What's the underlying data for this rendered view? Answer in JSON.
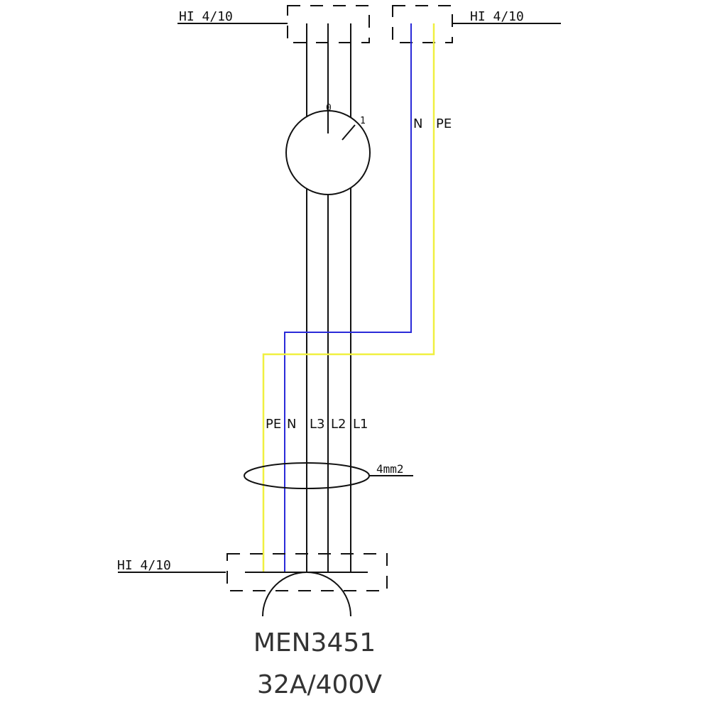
{
  "colors": {
    "neutral": "#2a2ad8",
    "earth": "#f0f040",
    "phase": "#111111"
  },
  "top_left_terminal": {
    "label": "HI 4/10"
  },
  "top_right_terminal": {
    "label": "HI 4/10"
  },
  "bottom_terminal": {
    "label": "HI 4/10"
  },
  "switch": {
    "pos0": "0",
    "pos1": "1"
  },
  "top_conductors": {
    "n": "N",
    "pe": "PE"
  },
  "bottom_conductors": {
    "pe": "PE",
    "n": "N",
    "l3": "L3",
    "l2": "L2",
    "l1": "L1"
  },
  "cable": {
    "section": "4mm2"
  },
  "socket": {
    "model": "MEN3451",
    "rating": "32A/400V"
  }
}
